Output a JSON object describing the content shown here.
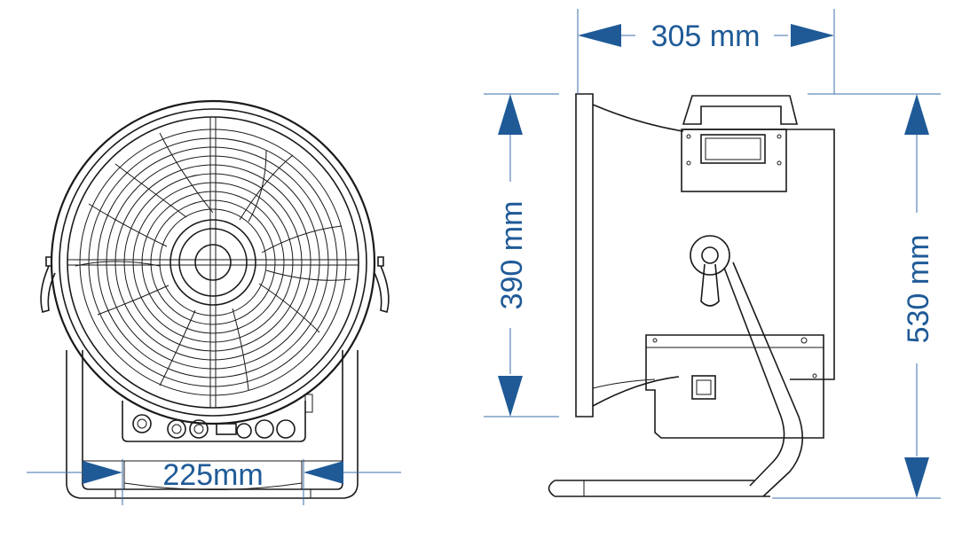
{
  "dimensions": {
    "width_front": "225mm",
    "depth_top": "305 mm",
    "height_side": "390 mm",
    "height_total": "530 mm"
  },
  "colors": {
    "dimension": "#1f5a97",
    "line": "#1a1a1a"
  }
}
